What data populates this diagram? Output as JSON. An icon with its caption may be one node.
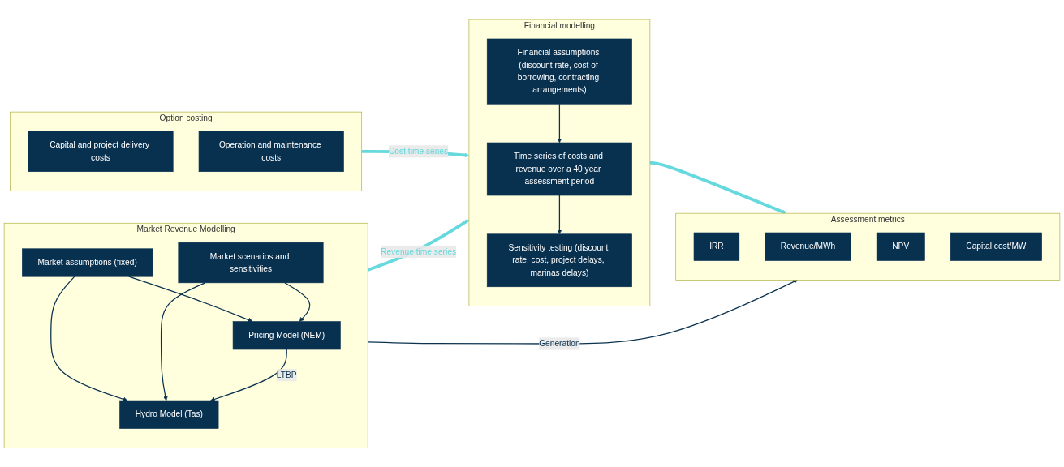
{
  "diagram": {
    "nodes": [
      {
        "text": [
          "Option costing"
        ]
      },
      {
        "text": [
          "Capital and project delivery costs"
        ],
        "in": 0
      },
      {
        "text": [
          "Operation and maintenance costs"
        ],
        "in": 0
      },
      {
        "text": [
          "Market Revenue Modelling"
        ]
      },
      {
        "text": [
          "Market assumptions (fixed)"
        ],
        "in": 3
      },
      {
        "text": [
          "Pricing Model (NEM)"
        ],
        "in": 3
      },
      {
        "text": [
          "Hydro Model (Tas)"
        ],
        "in": 3
      },
      {
        "text": [
          "Market scenarios and sensitivities"
        ],
        "in": 3
      },
      {
        "text": [
          "Financial modelling"
        ]
      },
      {
        "text": [
          "Financial assumptions (discount rate, cost of borrowing, contracting arrangements)"
        ],
        "in": 8
      },
      {
        "text": [
          "Time series of costs and revenue over a 40 year assessment period"
        ],
        "in": 8
      },
      {
        "text": [
          "Sensitivity testing (discount rate, cost, project delays, marinas delays)"
        ],
        "in": 8
      },
      {
        "text": [
          "Assessment metrics"
        ]
      },
      {
        "text": [
          "IRR"
        ],
        "in": 12
      },
      {
        "text": [
          "Revenue/MWh"
        ],
        "in": 12
      },
      {
        "text": [
          "NPV"
        ],
        "in": 12
      },
      {
        "text": [
          "Capital cost/MW"
        ],
        "in": 12
      }
    ],
    "edges": [
      {
        "from": 4,
        "to": 5,
        "arrow": "to"
      },
      {
        "from": 4,
        "to": 6,
        "arrow": "to"
      },
      {
        "from": 7,
        "to": 5,
        "arrow": "to"
      },
      {
        "from": 7,
        "to": 6,
        "arrow": "to"
      },
      {
        "from": 5,
        "to": 6,
        "arrow": "to",
        "label": "LTBP"
      },
      {
        "from": 9,
        "to": 10,
        "arrow": "to"
      },
      {
        "from": 10,
        "to": 11,
        "arrow": "to"
      },
      {
        "from": 0,
        "to": 8,
        "arrow": "to",
        "label": "Cost time series",
        "style": "thick",
        "color": "#66d9de"
      },
      {
        "from": 3,
        "to": 8,
        "arrow": "to",
        "label": "Revenue time series",
        "style": "thick",
        "color": "#66d9de"
      },
      {
        "from": 8,
        "to": 12,
        "arrow": "to",
        "style": "thick",
        "color": "#66d9de"
      },
      {
        "from": 3,
        "to": 12,
        "arrow": "to",
        "label": "Generation"
      }
    ]
  }
}
